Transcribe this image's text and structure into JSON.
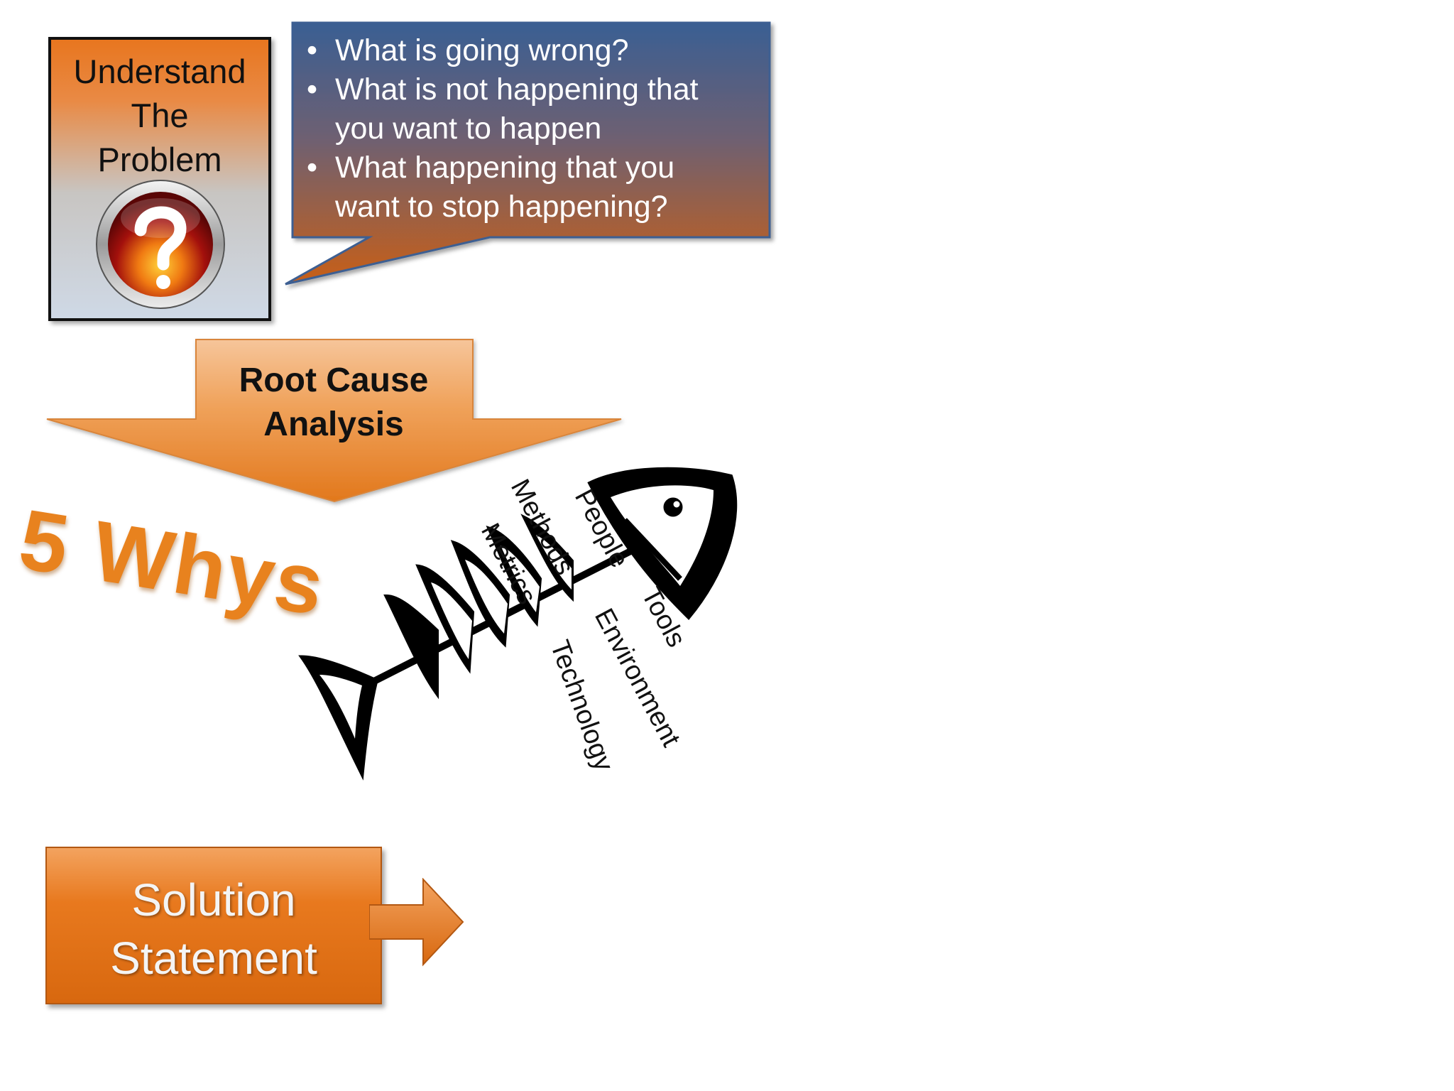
{
  "problem": {
    "title_lines": [
      "Understand",
      "The",
      "Problem"
    ],
    "icon": "question-mark-icon"
  },
  "callout": {
    "items": [
      {
        "lines": [
          "What is going wrong?"
        ]
      },
      {
        "lines": [
          "What is not happening that",
          "you want to happen"
        ]
      },
      {
        "lines": [
          "What happening that you",
          "want to stop happening?"
        ]
      }
    ],
    "bullet": "•"
  },
  "root_cause": {
    "lines": [
      "Root Cause",
      "Analysis"
    ]
  },
  "five_whys": {
    "label": "5 Whys"
  },
  "fishbone": {
    "icon": "fishbone-diagram-icon",
    "labels": {
      "people": "People",
      "methods": "Methods",
      "metrics": "Metrics",
      "tools": "Tools",
      "environment": "Environment",
      "technology": "Technology"
    }
  },
  "solution": {
    "lines": [
      "Solution",
      "Statement"
    ]
  },
  "colors": {
    "orange": "#e8791e",
    "callout_top": "#3c5f94",
    "callout_bottom": "#c9601a",
    "border": "#111111"
  }
}
